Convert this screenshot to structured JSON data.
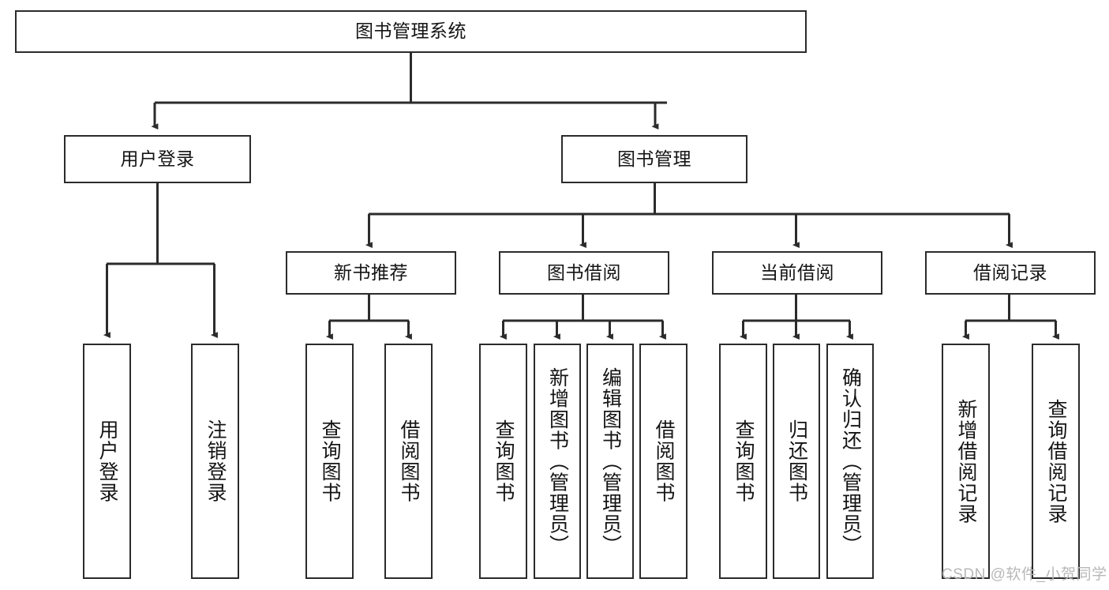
{
  "diagram": {
    "type": "hierarchy-tree",
    "title": "图书管理系统",
    "levels": 4,
    "root": {
      "id": "root",
      "label": "图书管理系统",
      "orientation": "horizontal"
    },
    "level2": [
      {
        "id": "user-login",
        "label": "用户登录",
        "orientation": "horizontal"
      },
      {
        "id": "book-manage",
        "label": "图书管理",
        "orientation": "horizontal"
      }
    ],
    "level3": [
      {
        "id": "new-book-rec",
        "label": "新书推荐",
        "orientation": "horizontal",
        "parent": "book-manage"
      },
      {
        "id": "book-borrow",
        "label": "图书借阅",
        "orientation": "horizontal",
        "parent": "book-manage"
      },
      {
        "id": "current-borrow",
        "label": "当前借阅",
        "orientation": "horizontal",
        "parent": "book-manage"
      },
      {
        "id": "borrow-record",
        "label": "借阅记录",
        "orientation": "horizontal",
        "parent": "book-manage"
      }
    ],
    "leaves": [
      {
        "id": "leaf-user-login",
        "label": "用户登录",
        "parent": "user-login",
        "orientation": "vertical"
      },
      {
        "id": "leaf-logout",
        "label": "注销登录",
        "parent": "user-login",
        "orientation": "vertical"
      },
      {
        "id": "leaf-query-book-1",
        "label": "查询图书",
        "parent": "new-book-rec",
        "orientation": "vertical"
      },
      {
        "id": "leaf-borrow-book-1",
        "label": "借阅图书",
        "parent": "new-book-rec",
        "orientation": "vertical"
      },
      {
        "id": "leaf-query-book-2",
        "label": "查询图书",
        "parent": "book-borrow",
        "orientation": "vertical"
      },
      {
        "id": "leaf-add-book",
        "label": "新增图书（管理员）",
        "parent": "book-borrow",
        "orientation": "vertical"
      },
      {
        "id": "leaf-edit-book",
        "label": "编辑图书（管理员）",
        "parent": "book-borrow",
        "orientation": "vertical"
      },
      {
        "id": "leaf-borrow-book-2",
        "label": "借阅图书",
        "parent": "book-borrow",
        "orientation": "vertical"
      },
      {
        "id": "leaf-query-book-3",
        "label": "查询图书",
        "parent": "current-borrow",
        "orientation": "vertical"
      },
      {
        "id": "leaf-return-book",
        "label": "归还图书",
        "parent": "current-borrow",
        "orientation": "vertical"
      },
      {
        "id": "leaf-confirm-return",
        "label": "确认归还（管理员）",
        "parent": "current-borrow",
        "orientation": "vertical"
      },
      {
        "id": "leaf-add-record",
        "label": "新增借阅记录",
        "parent": "borrow-record",
        "orientation": "vertical"
      },
      {
        "id": "leaf-query-record",
        "label": "查询借阅记录",
        "parent": "borrow-record",
        "orientation": "vertical"
      }
    ],
    "colors": {
      "box_border": "#2b2b2b",
      "box_fill": "#ffffff",
      "connector": "#2b2b2b",
      "text": "#141414",
      "watermark": "#b8b8b8",
      "background": "#ffffff"
    }
  },
  "watermark": {
    "text": "CSDN @软件_小贺同学"
  }
}
